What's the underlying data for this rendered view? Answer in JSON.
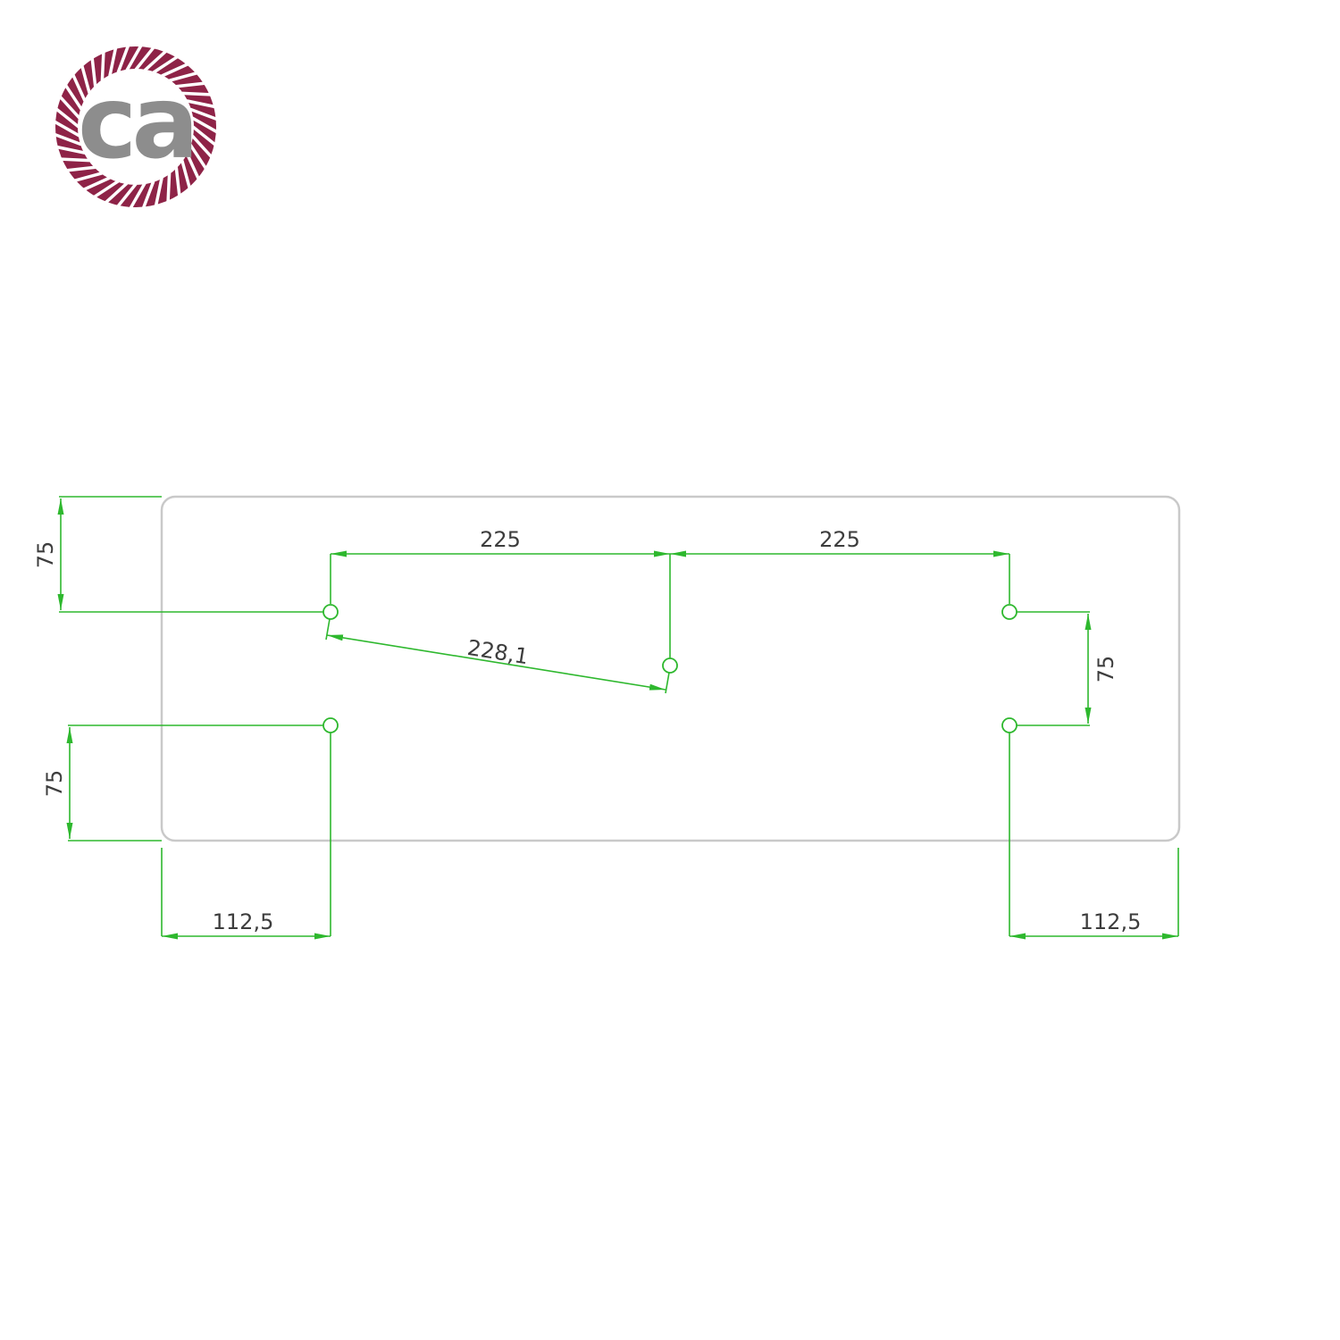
{
  "logo": {
    "text": "ca"
  },
  "drawing": {
    "hole_count": 5,
    "dimensions": {
      "span_left": "225",
      "span_right": "225",
      "diagonal": "228,1",
      "edge_top_left": "75",
      "edge_bottom_left": "75",
      "edge_right": "75",
      "offset_bottom_left": "112,5",
      "offset_bottom_right": "112,5"
    },
    "colors": {
      "dimension_green": "#2eb82e",
      "plate_outline_gray": "#c9c9c9",
      "label_text": "#3d3d3d",
      "logo_ring": "#8e2347",
      "logo_text_gray": "#8d8d8d"
    }
  }
}
